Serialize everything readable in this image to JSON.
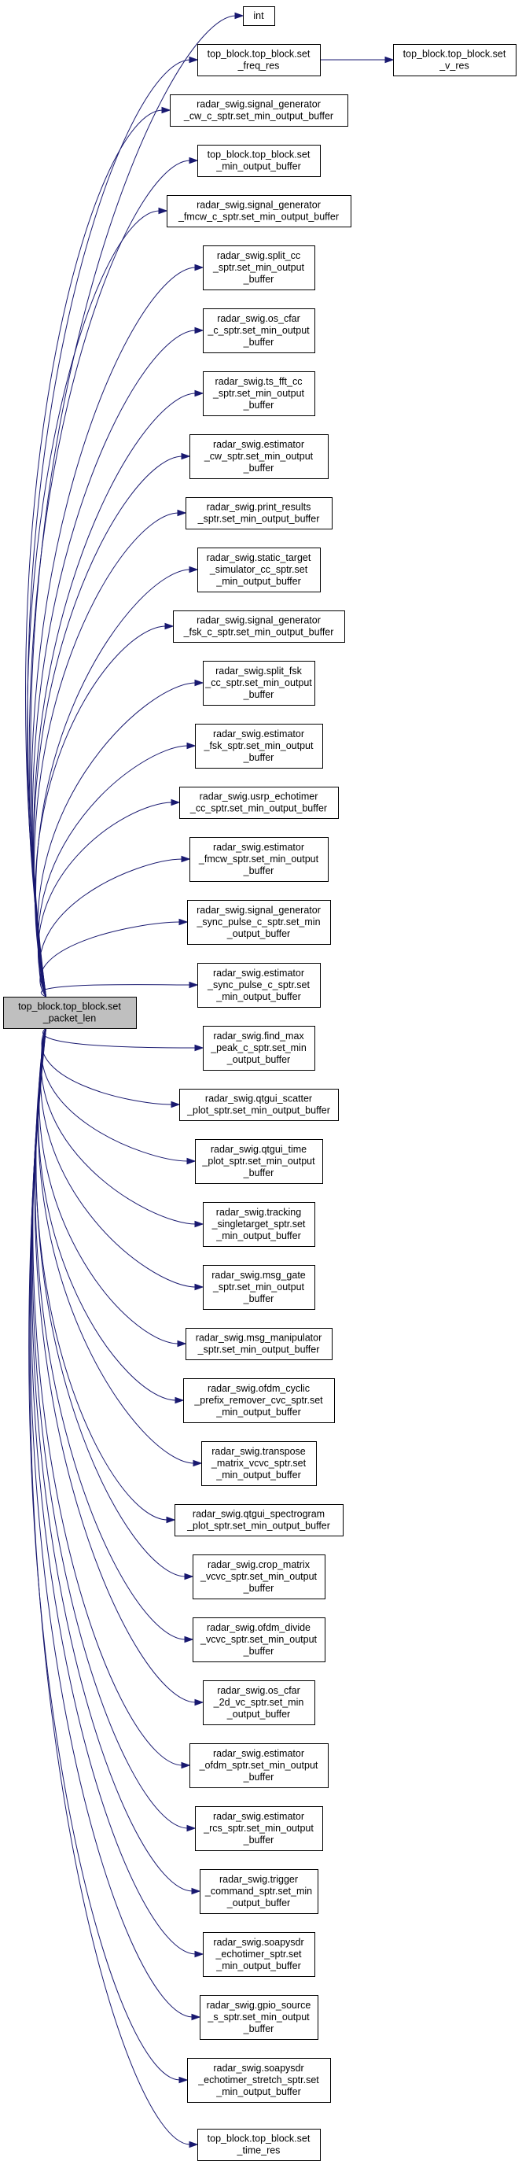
{
  "diagram": {
    "edge_color": "#191970",
    "root_fill": "#bfbfbf",
    "node_fill": "#ffffff",
    "root": {
      "id": "root",
      "lines": [
        "top_block.top_block.set",
        "_packet_len"
      ]
    },
    "nodes": [
      {
        "id": "n0",
        "lines": [
          "int"
        ]
      },
      {
        "id": "n1",
        "lines": [
          "top_block.top_block.set",
          "_freq_res"
        ]
      },
      {
        "id": "n1b",
        "lines": [
          "top_block.top_block.set",
          "_v_res"
        ]
      },
      {
        "id": "n2",
        "lines": [
          "radar_swig.signal_generator",
          "_cw_c_sptr.set_min_output_buffer"
        ]
      },
      {
        "id": "n3",
        "lines": [
          "top_block.top_block.set",
          "_min_output_buffer"
        ]
      },
      {
        "id": "n4",
        "lines": [
          "radar_swig.signal_generator",
          "_fmcw_c_sptr.set_min_output_buffer"
        ]
      },
      {
        "id": "n5",
        "lines": [
          "radar_swig.split_cc",
          "_sptr.set_min_output",
          "_buffer"
        ]
      },
      {
        "id": "n6",
        "lines": [
          "radar_swig.os_cfar",
          "_c_sptr.set_min_output",
          "_buffer"
        ]
      },
      {
        "id": "n7",
        "lines": [
          "radar_swig.ts_fft_cc",
          "_sptr.set_min_output",
          "_buffer"
        ]
      },
      {
        "id": "n8",
        "lines": [
          "radar_swig.estimator",
          "_cw_sptr.set_min_output",
          "_buffer"
        ]
      },
      {
        "id": "n9",
        "lines": [
          "radar_swig.print_results",
          "_sptr.set_min_output_buffer"
        ]
      },
      {
        "id": "n10",
        "lines": [
          "radar_swig.static_target",
          "_simulator_cc_sptr.set",
          "_min_output_buffer"
        ]
      },
      {
        "id": "n11",
        "lines": [
          "radar_swig.signal_generator",
          "_fsk_c_sptr.set_min_output_buffer"
        ]
      },
      {
        "id": "n12",
        "lines": [
          "radar_swig.split_fsk",
          "_cc_sptr.set_min_output",
          "_buffer"
        ]
      },
      {
        "id": "n13",
        "lines": [
          "radar_swig.estimator",
          "_fsk_sptr.set_min_output",
          "_buffer"
        ]
      },
      {
        "id": "n14",
        "lines": [
          "radar_swig.usrp_echotimer",
          "_cc_sptr.set_min_output_buffer"
        ]
      },
      {
        "id": "n15",
        "lines": [
          "radar_swig.estimator",
          "_fmcw_sptr.set_min_output",
          "_buffer"
        ]
      },
      {
        "id": "n16",
        "lines": [
          "radar_swig.signal_generator",
          "_sync_pulse_c_sptr.set_min",
          "_output_buffer"
        ]
      },
      {
        "id": "n17",
        "lines": [
          "radar_swig.estimator",
          "_sync_pulse_c_sptr.set",
          "_min_output_buffer"
        ]
      },
      {
        "id": "n18",
        "lines": [
          "radar_swig.find_max",
          "_peak_c_sptr.set_min",
          "_output_buffer"
        ]
      },
      {
        "id": "n19",
        "lines": [
          "radar_swig.qtgui_scatter",
          "_plot_sptr.set_min_output_buffer"
        ]
      },
      {
        "id": "n20",
        "lines": [
          "radar_swig.qtgui_time",
          "_plot_sptr.set_min_output",
          "_buffer"
        ]
      },
      {
        "id": "n21",
        "lines": [
          "radar_swig.tracking",
          "_singletarget_sptr.set",
          "_min_output_buffer"
        ]
      },
      {
        "id": "n22",
        "lines": [
          "radar_swig.msg_gate",
          "_sptr.set_min_output",
          "_buffer"
        ]
      },
      {
        "id": "n23",
        "lines": [
          "radar_swig.msg_manipulator",
          "_sptr.set_min_output_buffer"
        ]
      },
      {
        "id": "n24",
        "lines": [
          "radar_swig.ofdm_cyclic",
          "_prefix_remover_cvc_sptr.set",
          "_min_output_buffer"
        ]
      },
      {
        "id": "n25",
        "lines": [
          "radar_swig.transpose",
          "_matrix_vcvc_sptr.set",
          "_min_output_buffer"
        ]
      },
      {
        "id": "n26",
        "lines": [
          "radar_swig.qtgui_spectrogram",
          "_plot_sptr.set_min_output_buffer"
        ]
      },
      {
        "id": "n27",
        "lines": [
          "radar_swig.crop_matrix",
          "_vcvc_sptr.set_min_output",
          "_buffer"
        ]
      },
      {
        "id": "n28",
        "lines": [
          "radar_swig.ofdm_divide",
          "_vcvc_sptr.set_min_output",
          "_buffer"
        ]
      },
      {
        "id": "n29",
        "lines": [
          "radar_swig.os_cfar",
          "_2d_vc_sptr.set_min",
          "_output_buffer"
        ]
      },
      {
        "id": "n30",
        "lines": [
          "radar_swig.estimator",
          "_ofdm_sptr.set_min_output",
          "_buffer"
        ]
      },
      {
        "id": "n31",
        "lines": [
          "radar_swig.estimator",
          "_rcs_sptr.set_min_output",
          "_buffer"
        ]
      },
      {
        "id": "n32",
        "lines": [
          "radar_swig.trigger",
          "_command_sptr.set_min",
          "_output_buffer"
        ]
      },
      {
        "id": "n33",
        "lines": [
          "radar_swig.soapysdr",
          "_echotimer_sptr.set",
          "_min_output_buffer"
        ]
      },
      {
        "id": "n34",
        "lines": [
          "radar_swig.gpio_source",
          "_s_sptr.set_min_output",
          "_buffer"
        ]
      },
      {
        "id": "n35",
        "lines": [
          "radar_swig.soapysdr",
          "_echotimer_stretch_sptr.set",
          "_min_output_buffer"
        ]
      },
      {
        "id": "n36",
        "lines": [
          "top_block.top_block.set",
          "_time_res"
        ]
      }
    ],
    "edges": [
      [
        "root",
        "n0"
      ],
      [
        "root",
        "n1"
      ],
      [
        "n1",
        "n1b"
      ],
      [
        "root",
        "n2"
      ],
      [
        "root",
        "n3"
      ],
      [
        "root",
        "n4"
      ],
      [
        "root",
        "n5"
      ],
      [
        "root",
        "n6"
      ],
      [
        "root",
        "n7"
      ],
      [
        "root",
        "n8"
      ],
      [
        "root",
        "n9"
      ],
      [
        "root",
        "n10"
      ],
      [
        "root",
        "n11"
      ],
      [
        "root",
        "n12"
      ],
      [
        "root",
        "n13"
      ],
      [
        "root",
        "n14"
      ],
      [
        "root",
        "n15"
      ],
      [
        "root",
        "n16"
      ],
      [
        "root",
        "n17"
      ],
      [
        "root",
        "n18"
      ],
      [
        "root",
        "n19"
      ],
      [
        "root",
        "n20"
      ],
      [
        "root",
        "n21"
      ],
      [
        "root",
        "n22"
      ],
      [
        "root",
        "n23"
      ],
      [
        "root",
        "n24"
      ],
      [
        "root",
        "n25"
      ],
      [
        "root",
        "n26"
      ],
      [
        "root",
        "n27"
      ],
      [
        "root",
        "n28"
      ],
      [
        "root",
        "n29"
      ],
      [
        "root",
        "n30"
      ],
      [
        "root",
        "n31"
      ],
      [
        "root",
        "n32"
      ],
      [
        "root",
        "n33"
      ],
      [
        "root",
        "n34"
      ],
      [
        "root",
        "n35"
      ],
      [
        "root",
        "n36"
      ]
    ]
  }
}
